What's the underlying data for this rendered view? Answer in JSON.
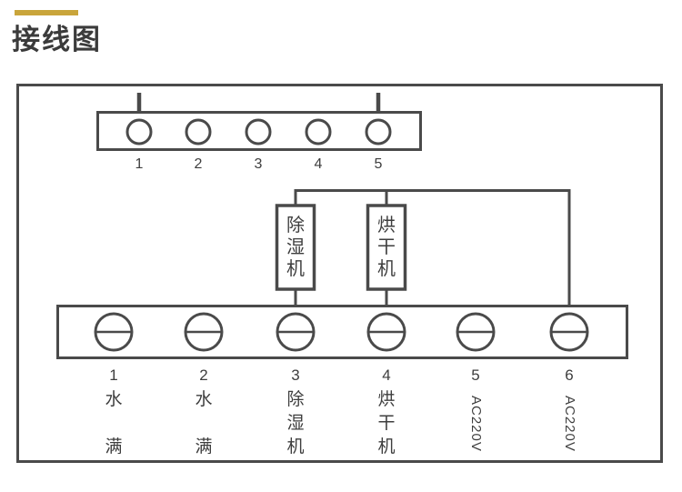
{
  "title": "接线图",
  "colors": {
    "accent": "#C9A53B",
    "line": "#4A4A4A",
    "text": "#3E3E3E"
  },
  "diagram": {
    "top_strip": {
      "terminals": [
        "1",
        "2",
        "3",
        "4",
        "5"
      ],
      "pin_positions": [
        "1",
        "5"
      ]
    },
    "devices": [
      {
        "label": "除湿机"
      },
      {
        "label": "烘干机"
      }
    ],
    "bottom_strip": {
      "terminals": [
        {
          "number": "1",
          "label": "水满"
        },
        {
          "number": "2",
          "label": "水满"
        },
        {
          "number": "3",
          "label": "除湿机"
        },
        {
          "number": "4",
          "label": "烘干机"
        },
        {
          "number": "5",
          "label": "AC220V"
        },
        {
          "number": "6",
          "label": "AC220V"
        }
      ]
    }
  }
}
